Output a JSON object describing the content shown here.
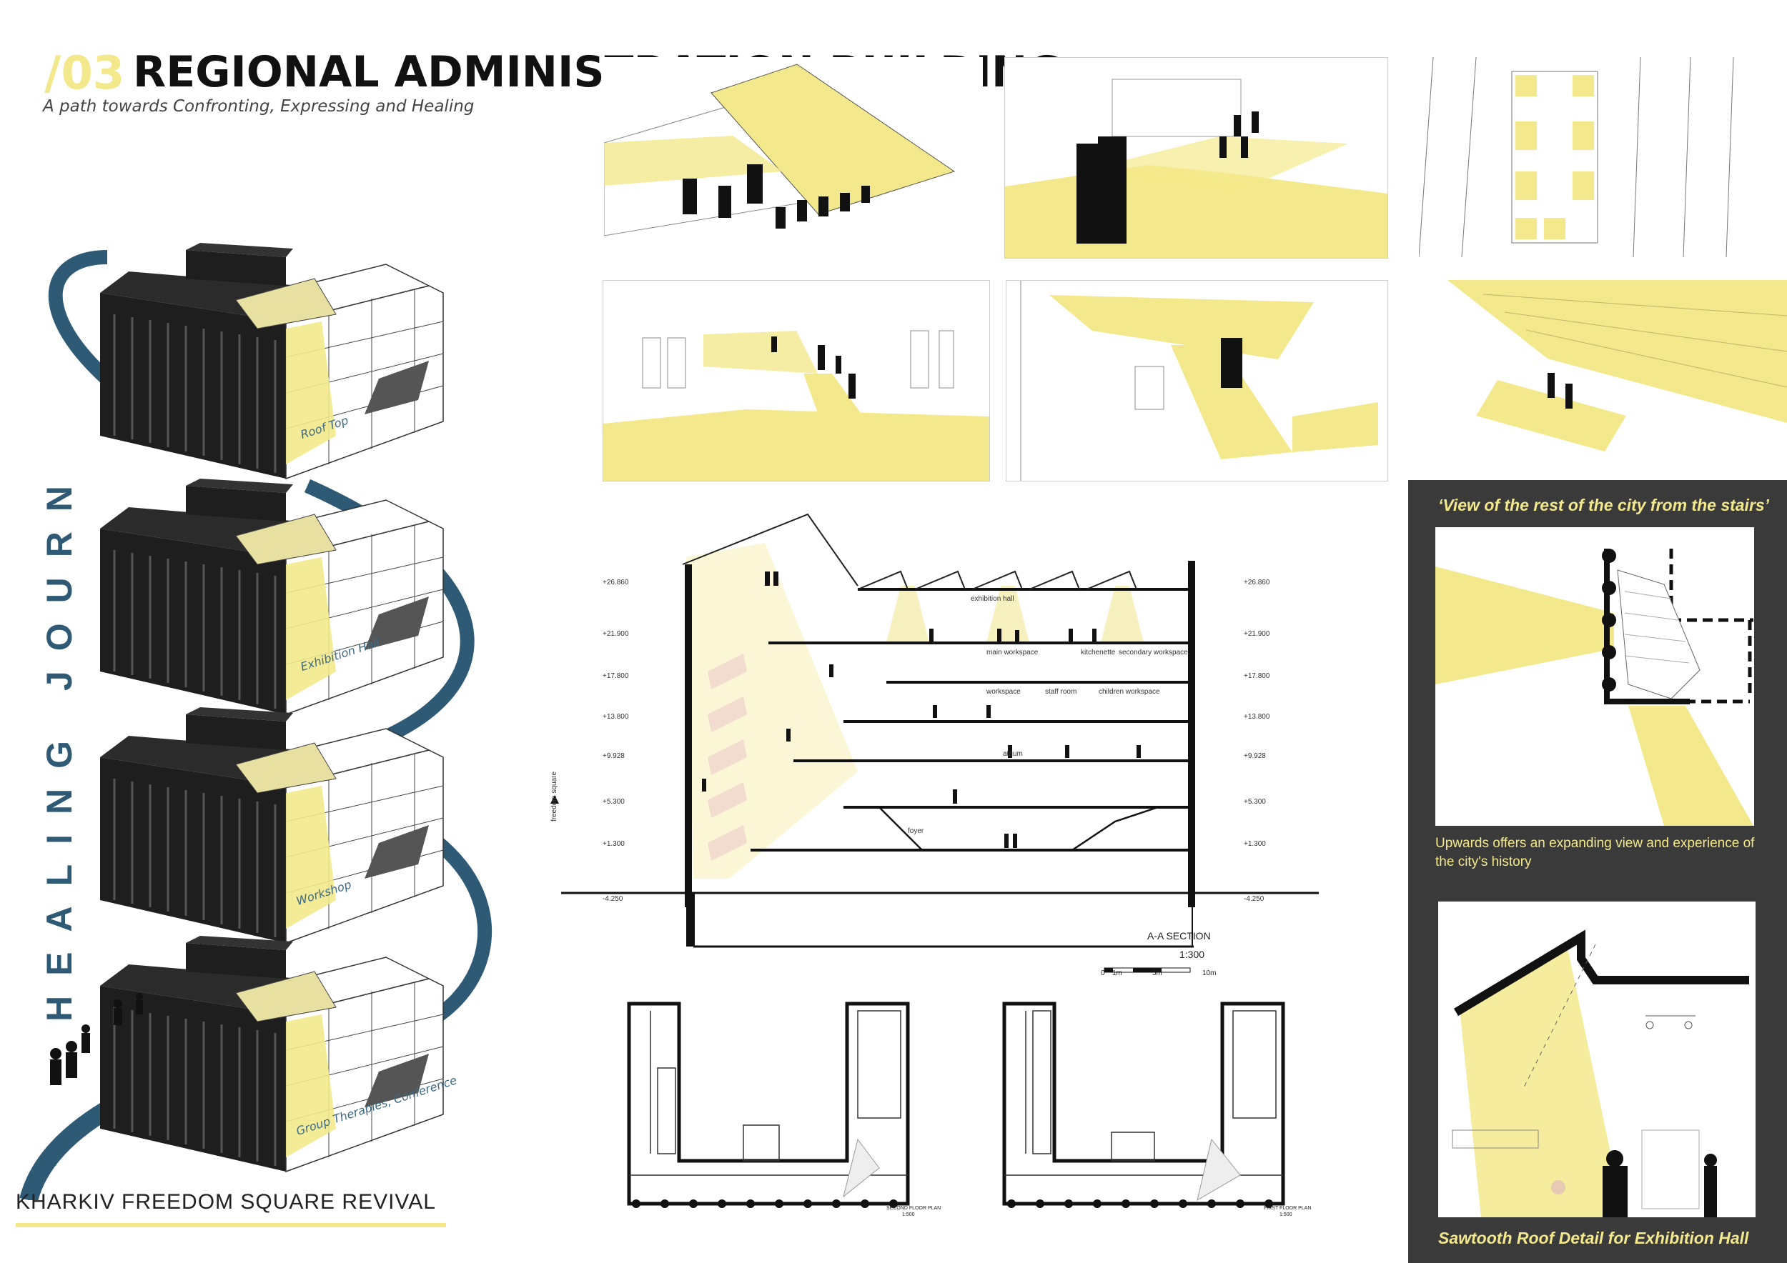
{
  "header": {
    "number": "/03",
    "title": "REGIONAL ADMINISTRATION BUILDING",
    "subtitle": "A path towards Confronting, Expressing and Healing"
  },
  "journey": {
    "vertical_title": "HEALING JOURNEY",
    "stages": [
      "Roof Top",
      "Exhibition Hall",
      "Workshop",
      "Group Therapies, Conference"
    ]
  },
  "footer": {
    "project": "KHARKIV FREEDOM SQUARE REVIVAL"
  },
  "section": {
    "title": "A-A SECTION",
    "scale": "1:300",
    "scale_ticks": [
      "0",
      "1m",
      "5m",
      "10m"
    ],
    "levels": [
      "+26.860",
      "+21.900",
      "+17.800",
      "+13.800",
      "+9.928",
      "+5.300",
      "+1.300",
      "-4.250"
    ],
    "side_label": "freedom square",
    "rooms": [
      "exhibition hall",
      "main workspace",
      "kitchenette",
      "secondary workspace",
      "workspace",
      "staff room",
      "children workspace",
      "atrium",
      "foyer"
    ]
  },
  "plans": [
    {
      "label": "SECOND FLOOR PLAN",
      "scale": "1:500"
    },
    {
      "label": "FIRST FLOOR PLAN",
      "scale": "1:500"
    }
  ],
  "side_panel": {
    "caption_top": "‘View of the rest of the city from the stairs’",
    "caption_mid": "Upwards offers an expanding view and experience of the city's history",
    "caption_bottom": "Sawtooth Roof Detail for Exhibition Hall"
  },
  "colors": {
    "accent_yellow": "#f3e98c",
    "path_blue": "#2e5a75",
    "dark_panel": "#3a3a3a",
    "building_black": "#1e1e1e"
  }
}
